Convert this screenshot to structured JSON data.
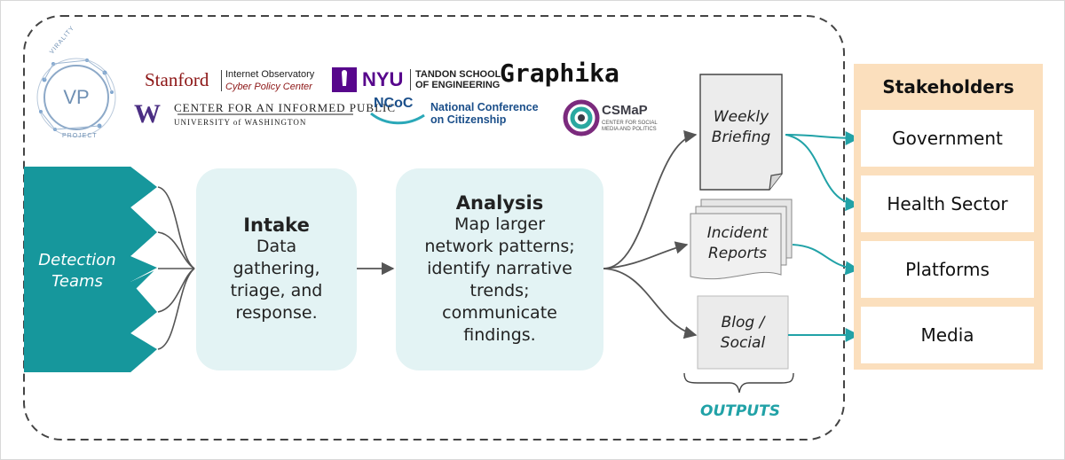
{
  "logos": {
    "vp_initials": "VP",
    "vp_ring_top": "VIRALITY",
    "vp_ring_bottom": "PROJECT",
    "stanford": "Stanford",
    "stanford_io": "Internet Observatory",
    "stanford_cpc": "Cyber Policy Center",
    "uw_w": "W",
    "uw_line1": "CENTER FOR AN INFORMED PUBLIC",
    "uw_line2": "UNIVERSITY of WASHINGTON",
    "nyu": "NYU",
    "nyu_tandon_1": "TANDON SCHOOL",
    "nyu_tandon_2": "OF ENGINEERING",
    "graphika": "Graphika",
    "ncoc": "NCoC",
    "ncoc_full_1": "National Conference",
    "ncoc_full_2": "on Citizenship",
    "csmap": "CSMaP",
    "csmap_sub_1": "CENTER FOR SOCIAL",
    "csmap_sub_2": "MEDIA AND POLITICS"
  },
  "detection": {
    "line1": "Detection",
    "line2": "Teams"
  },
  "intake": {
    "title": "Intake",
    "lines": [
      "Data",
      "gathering,",
      "triage, and",
      "response."
    ]
  },
  "analysis": {
    "title": "Analysis",
    "lines": [
      "Map larger",
      "network patterns;",
      "identify narrative",
      "trends;",
      "communicate",
      "findings."
    ]
  },
  "outputs": {
    "label": "OUTPUTS",
    "weekly": [
      "Weekly",
      "Briefing"
    ],
    "incident": [
      "Incident",
      "Reports"
    ],
    "blog": [
      "Blog /",
      "Social"
    ]
  },
  "stakeholders": {
    "title": "Stakeholders",
    "items": [
      "Government",
      "Health Sector",
      "Platforms",
      "Media"
    ]
  },
  "colors": {
    "teal": "#21a2a7",
    "detection_teal": "#16979c",
    "box_fill": "#e3f3f4",
    "stakeholder_panel": "#fbdfbd",
    "arrow_gray": "#555555"
  }
}
